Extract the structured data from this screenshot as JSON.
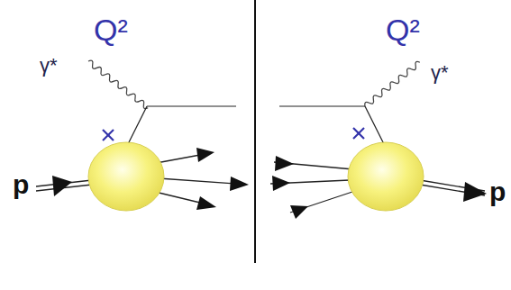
{
  "diagram": {
    "labels": [
      "Q²",
      "γ*",
      "Q²",
      "γ*",
      "p",
      "p"
    ]
  }
}
